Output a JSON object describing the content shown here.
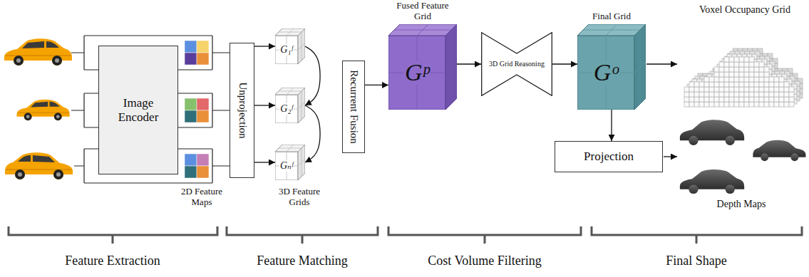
{
  "diagram": {
    "nodes": [
      {
        "text": [
          "Image Encoder"
        ]
      },
      {
        "text": [
          "Unprojection"
        ]
      },
      {
        "text": [
          "G₁ᶠ"
        ]
      },
      {
        "text": [
          "G₂ᶠ"
        ]
      },
      {
        "text": [
          "Gₙᶠ"
        ]
      },
      {
        "text": [
          "Recurrent Fusion"
        ]
      },
      {
        "text": [
          "Fused Feature Grid",
          "Gᵖ"
        ]
      },
      {
        "text": [
          "3D Grid Reasoning"
        ]
      },
      {
        "text": [
          "Final Grid",
          "Gᵒ"
        ]
      },
      {
        "text": [
          "Projection"
        ]
      }
    ],
    "edges": [
      {
        "from": 1,
        "to": 2,
        "arrow": "to"
      },
      {
        "from": 1,
        "to": 3,
        "arrow": "to"
      },
      {
        "from": 1,
        "to": 4,
        "arrow": "to"
      },
      {
        "from": 2,
        "to": 3,
        "arrow": "to"
      },
      {
        "from": 3,
        "to": 4,
        "arrow": "to"
      },
      {
        "from": 5,
        "to": 6,
        "arrow": "to"
      },
      {
        "from": 6,
        "to": 7,
        "arrow": "to"
      },
      {
        "from": 7,
        "to": 8,
        "arrow": "to"
      },
      {
        "from": 8,
        "to": 9,
        "arrow": "to"
      }
    ],
    "labels": [
      "2D Feature Maps",
      "3D Feature Grids",
      "Voxel Occupancy Grid",
      "Depth Maps",
      "Feature Extraction",
      "Feature Matching",
      "Cost Volume Filtering",
      "Final Shape"
    ]
  }
}
